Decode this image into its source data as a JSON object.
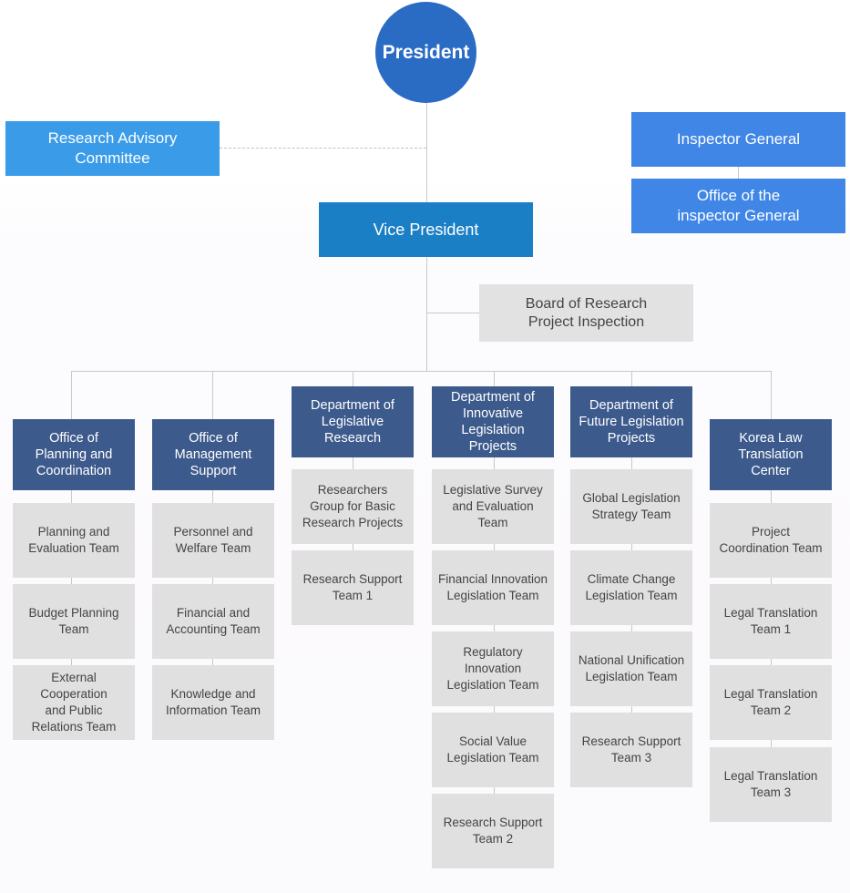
{
  "president": "President",
  "advisory": "Research Advisory\nCommittee",
  "inspector_general": "Inspector General",
  "office_inspector_general": "Office of the\ninspector General",
  "vice_president": "Vice President",
  "board": "Board of Research\nProject Inspection",
  "departments": [
    {
      "name": "Office of\nPlanning and\nCoordination",
      "teams": [
        "Planning and\nEvaluation Team",
        "Budget Planning\nTeam",
        "External Cooperation\nand Public\nRelations Team"
      ]
    },
    {
      "name": "Office of\nManagement\nSupport",
      "teams": [
        "Personnel and\nWelfare Team",
        "Financial and\nAccounting Team",
        "Knowledge and\nInformation Team"
      ]
    },
    {
      "name": "Department of\nLegislative\nResearch",
      "teams": [
        "Researchers\nGroup for Basic\nResearch Projects",
        "Research Support\nTeam 1"
      ]
    },
    {
      "name": "Department of\nInnovative\nLegislation Projects",
      "teams": [
        "Legislative Survey\nand Evaluation\nTeam",
        "Financial Innovation\nLegislation Team",
        "Regulatory\nInnovation\nLegislation Team",
        "Social Value\nLegislation Team",
        "Research Support\nTeam 2"
      ]
    },
    {
      "name": "Department of\nFuture Legislation\nProjects",
      "teams": [
        "Global Legislation\nStrategy Team",
        "Climate Change\nLegislation Team",
        "National Unification\nLegislation Team",
        "Research Support\nTeam 3"
      ]
    },
    {
      "name": "Korea Law\nTranslation\nCenter",
      "teams": [
        "Project\nCoordination Team",
        "Legal Translation\nTeam 1",
        "Legal Translation\nTeam 2",
        "Legal Translation\nTeam 3"
      ]
    }
  ]
}
